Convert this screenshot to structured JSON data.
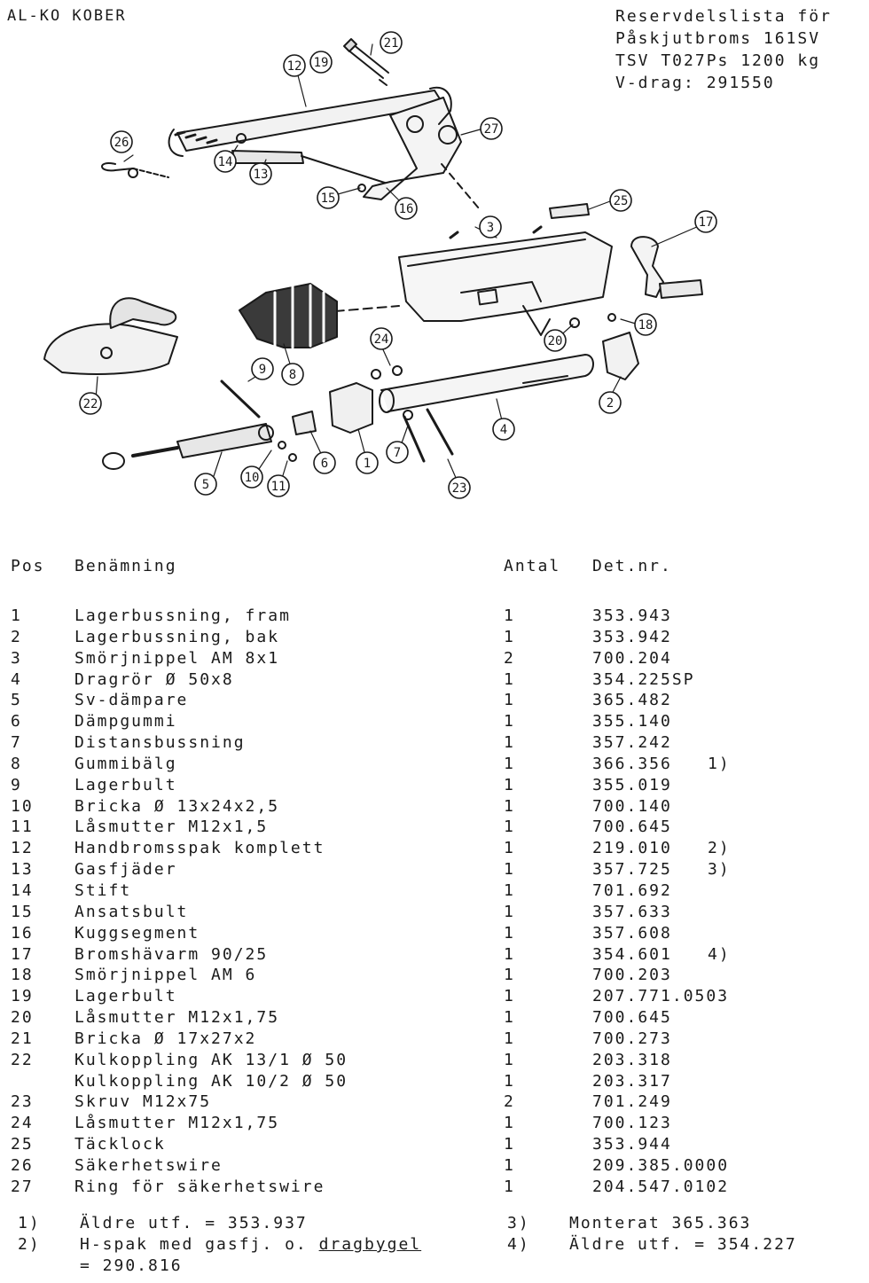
{
  "header": {
    "brand": "AL-KO KOBER",
    "title_lines": [
      "Reservdelslista för",
      "Påskjutbroms 161SV",
      "TSV T027Ps 1200 kg",
      "V-drag: 291550"
    ]
  },
  "diagram": {
    "callouts": [
      "1",
      "2",
      "3",
      "4",
      "5",
      "6",
      "7",
      "8",
      "9",
      "10",
      "11",
      "12",
      "13",
      "14",
      "15",
      "16",
      "17",
      "18",
      "19",
      "20",
      "21",
      "22",
      "23",
      "24",
      "25",
      "26",
      "27"
    ]
  },
  "table": {
    "headers": {
      "pos": "Pos",
      "name": "Benämning",
      "qty": "Antal",
      "det": "Det.nr."
    },
    "rows": [
      {
        "pos": "1",
        "name": "Lagerbussning, fram",
        "qty": "1",
        "det": "353.943",
        "note": ""
      },
      {
        "pos": "2",
        "name": "Lagerbussning, bak",
        "qty": "1",
        "det": "353.942",
        "note": ""
      },
      {
        "pos": "3",
        "name": "Smörjnippel AM 8x1",
        "qty": "2",
        "det": "700.204",
        "note": ""
      },
      {
        "pos": "4",
        "name": "Dragrör Ø 50x8",
        "qty": "1",
        "det": "354.225SP",
        "note": ""
      },
      {
        "pos": "5",
        "name": "Sv-dämpare",
        "qty": "1",
        "det": "365.482",
        "note": ""
      },
      {
        "pos": "6",
        "name": "Dämpgummi",
        "qty": "1",
        "det": "355.140",
        "note": ""
      },
      {
        "pos": "7",
        "name": "Distansbussning",
        "qty": "1",
        "det": "357.242",
        "note": ""
      },
      {
        "pos": "8",
        "name": "Gummibälg",
        "qty": "1",
        "det": "366.356",
        "note": "1)"
      },
      {
        "pos": "9",
        "name": "Lagerbult",
        "qty": "1",
        "det": "355.019",
        "note": ""
      },
      {
        "pos": "10",
        "name": "Bricka Ø 13x24x2,5",
        "qty": "1",
        "det": "700.140",
        "note": ""
      },
      {
        "pos": "11",
        "name": "Låsmutter M12x1,5",
        "qty": "1",
        "det": "700.645",
        "note": ""
      },
      {
        "pos": "12",
        "name": "Handbromsspak komplett",
        "qty": "1",
        "det": "219.010",
        "note": "2)"
      },
      {
        "pos": "13",
        "name": "Gasfjäder",
        "qty": "1",
        "det": "357.725",
        "note": "3)"
      },
      {
        "pos": "14",
        "name": "Stift",
        "qty": "1",
        "det": "701.692",
        "note": ""
      },
      {
        "pos": "15",
        "name": "Ansatsbult",
        "qty": "1",
        "det": "357.633",
        "note": ""
      },
      {
        "pos": "16",
        "name": "Kuggsegment",
        "qty": "1",
        "det": "357.608",
        "note": ""
      },
      {
        "pos": "17",
        "name": "Bromshävarm 90/25",
        "qty": "1",
        "det": "354.601",
        "note": "4)"
      },
      {
        "pos": "18",
        "name": "Smörjnippel AM 6",
        "qty": "1",
        "det": "700.203",
        "note": ""
      },
      {
        "pos": "19",
        "name": "Lagerbult",
        "qty": "1",
        "det": "207.771.0503",
        "note": ""
      },
      {
        "pos": "20",
        "name": "Låsmutter M12x1,75",
        "qty": "1",
        "det": "700.645",
        "note": ""
      },
      {
        "pos": "21",
        "name": "Bricka Ø 17x27x2",
        "qty": "1",
        "det": "700.273",
        "note": ""
      },
      {
        "pos": "22",
        "name": "Kulkoppling AK 13/1 Ø 50",
        "qty": "1",
        "det": "203.318",
        "note": ""
      },
      {
        "pos": "",
        "name": "Kulkoppling AK 10/2 Ø 50",
        "qty": "1",
        "det": "203.317",
        "note": ""
      },
      {
        "pos": "23",
        "name": "Skruv M12x75",
        "qty": "2",
        "det": "701.249",
        "note": ""
      },
      {
        "pos": "24",
        "name": "Låsmutter M12x1,75",
        "qty": "1",
        "det": "700.123",
        "note": ""
      },
      {
        "pos": "25",
        "name": "Täcklock",
        "qty": "1",
        "det": "353.944",
        "note": ""
      },
      {
        "pos": "26",
        "name": "Säkerhetswire",
        "qty": "1",
        "det": "209.385.0000",
        "note": ""
      },
      {
        "pos": "27",
        "name": "Ring för säkerhetswire",
        "qty": "1",
        "det": "204.547.0102",
        "note": ""
      }
    ]
  },
  "footnotes": {
    "n1": {
      "id": "1)",
      "text": "Äldre utf. = 353.937"
    },
    "n2": {
      "id": "2)",
      "text_a": "H-spak med gasfj. o.",
      "text_b": "dragbygel",
      "text_c": "= 290.816"
    },
    "n3": {
      "id": "3)",
      "text": "Monterat 365.363"
    },
    "n4": {
      "id": "4)",
      "text": "Äldre utf. = 354.227"
    }
  }
}
